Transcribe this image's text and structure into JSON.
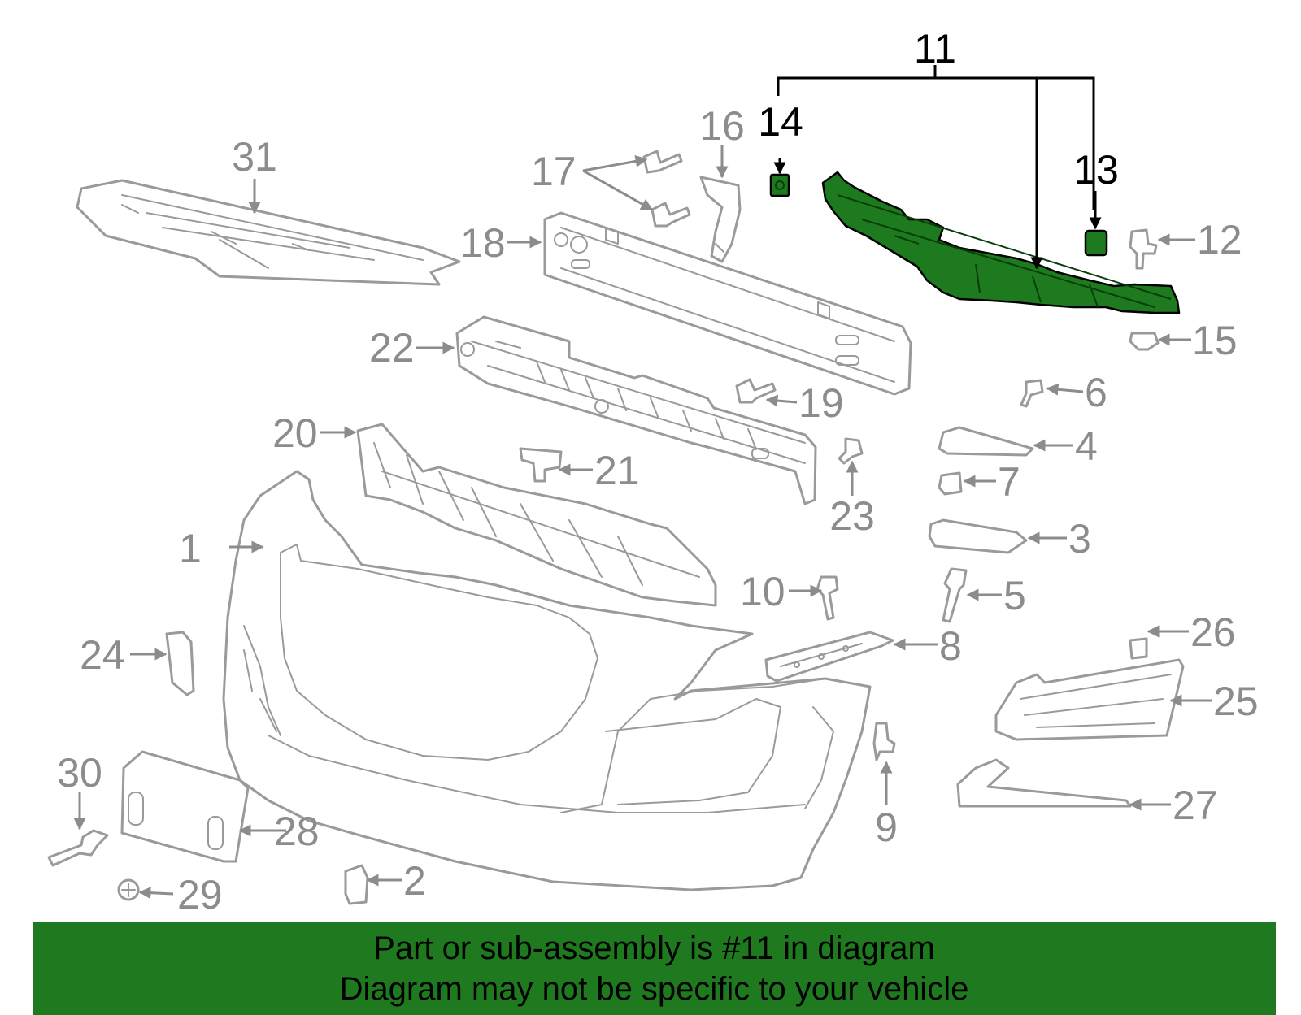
{
  "diagram": {
    "highlight_color": "#1e7a1e",
    "callouts": [
      "1",
      "2",
      "3",
      "4",
      "5",
      "6",
      "7",
      "8",
      "9",
      "10",
      "11",
      "12",
      "13",
      "14",
      "15",
      "16",
      "17",
      "18",
      "19",
      "20",
      "21",
      "22",
      "23",
      "24",
      "25",
      "26",
      "27",
      "28",
      "29",
      "30",
      "31"
    ]
  },
  "banner": {
    "background": "#1f7a1f",
    "line1": "Part or sub-assembly is #11 in diagram",
    "line2": "Diagram may not be specific to your vehicle"
  }
}
